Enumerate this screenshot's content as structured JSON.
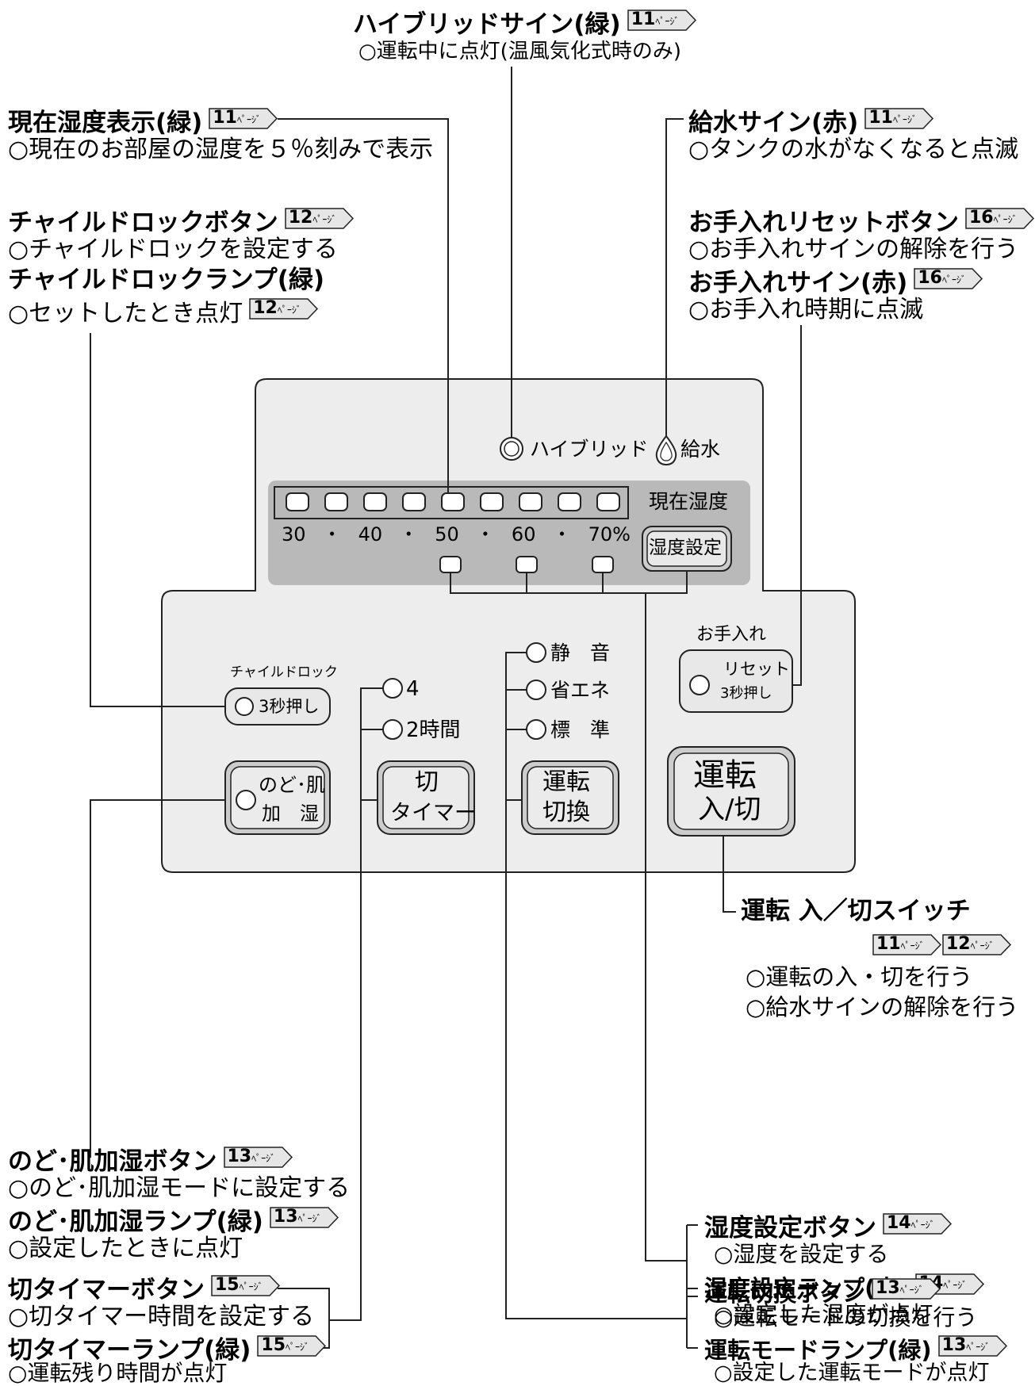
{
  "top": {
    "hybrid_sign": {
      "title": "ハイブリッドサイン(緑)",
      "page": "11",
      "desc": "○運転中に点灯(温風気化式時のみ)"
    },
    "humidity_display": {
      "title": "現在湿度表示(緑)",
      "page": "11",
      "desc": "○現在のお部屋の湿度を５％刻みで表示"
    },
    "water_sign": {
      "title": "給水サイン(赤)",
      "page": "11",
      "desc": "○タンクの水がなくなると点滅"
    },
    "child_lock_button": {
      "title": "チャイルドロックボタン",
      "page": "12",
      "desc": "○チャイルドロックを設定する"
    },
    "child_lock_lamp": {
      "title": "チャイルドロックランプ(緑)",
      "page": "12",
      "desc": "○セットしたとき点灯"
    },
    "care_reset_button": {
      "title": "お手入れリセットボタン",
      "page": "16",
      "desc": "○お手入れサインの解除を行う"
    },
    "care_sign": {
      "title": "お手入れサイン(赤)",
      "page": "16",
      "desc": "○お手入れ時期に点滅"
    }
  },
  "panel": {
    "hybrid": "ハイブリッド",
    "water": "給水",
    "current_humidity": "現在湿度",
    "scale": [
      "30",
      "・",
      "40",
      "・",
      "50",
      "・",
      "60",
      "・",
      "70%"
    ],
    "humidity_set": "湿度設定",
    "care": "お手入れ",
    "reset": "リセット",
    "reset_sub": "3秒押し",
    "child_lock": "チャイルドロック",
    "child_lock_sub": "3秒押し",
    "timer_4": "4",
    "timer_2": "2時間",
    "mode_quiet": "静　音",
    "mode_eco": "省エネ",
    "mode_std": "標　準",
    "nodo_1": "のど･肌",
    "nodo_2": "加　湿",
    "timer_btn_1": "切",
    "timer_btn_2": "タイマー",
    "mode_btn_1": "運転",
    "mode_btn_2": "切換",
    "power_btn_1": "運転",
    "power_btn_2": "入/切"
  },
  "bottom": {
    "power_switch": {
      "title": "運転 入／切スイッチ",
      "pages": [
        "11",
        "12"
      ],
      "desc1": "○運転の入・切を行う",
      "desc2": "○給水サインの解除を行う"
    },
    "nodo_button": {
      "title": "のど･肌加湿ボタン",
      "page": "13",
      "desc": "○のど･肌加湿モードに設定する"
    },
    "nodo_lamp": {
      "title": "のど･肌加湿ランプ(緑)",
      "page": "13",
      "desc": "○設定したときに点灯"
    },
    "humidity_button": {
      "title": "湿度設定ボタン",
      "page": "14",
      "desc": "○湿度を設定する"
    },
    "humidity_lamp": {
      "title": "湿度設定ランプ(赤)",
      "page": "14",
      "desc": "○設定した湿度が点灯"
    },
    "timer_button": {
      "title": "切タイマーボタン",
      "page": "15",
      "desc": "○切タイマー時間を設定する"
    },
    "timer_lamp": {
      "title": "切タイマーランプ(緑)",
      "page": "15",
      "desc": "○運転残り時間が点灯"
    },
    "mode_button": {
      "title": "運転切換ボタン",
      "page": "13",
      "desc": "○運転モードの切換を行う"
    },
    "mode_lamp": {
      "title": "運転モードランプ(緑)",
      "page": "13",
      "desc": "○設定した運転モードが点灯"
    }
  },
  "page_suffix": "ﾍﾟｰｼﾞ"
}
